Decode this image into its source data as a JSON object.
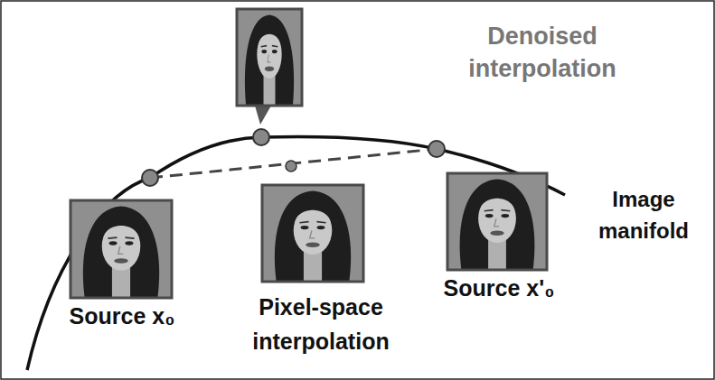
{
  "diagram": {
    "labels": [
      "Denoised interpolation",
      "Image manifold",
      "Source x₀",
      "Pixel-space interpolation",
      "Source x'₀"
    ]
  }
}
